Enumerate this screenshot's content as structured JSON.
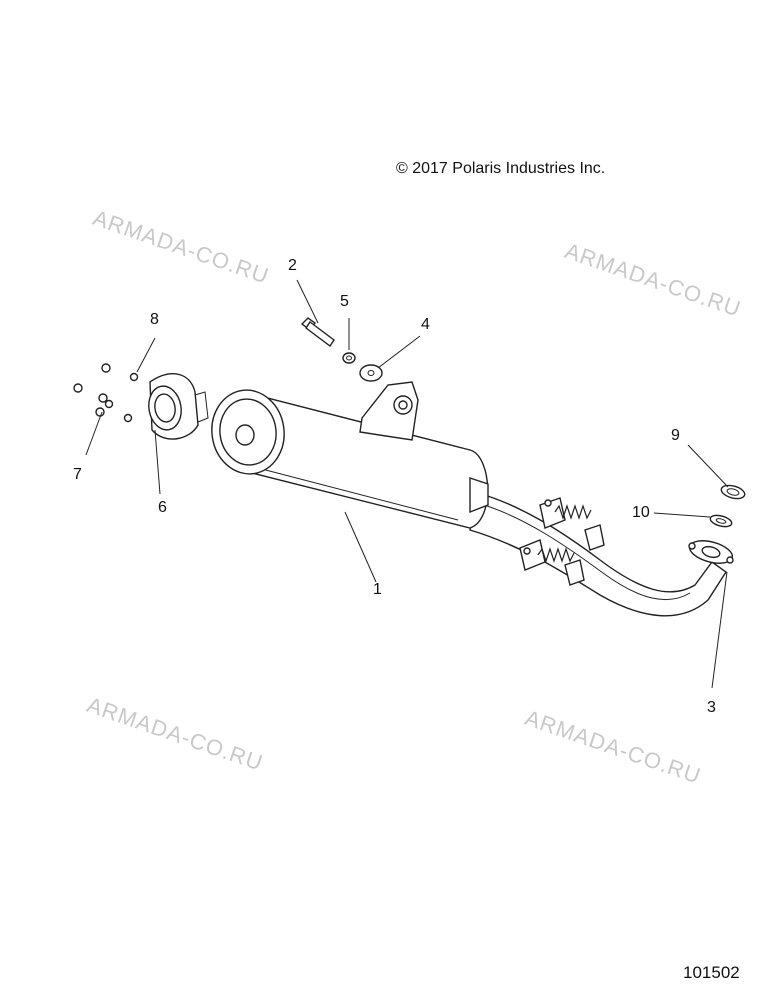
{
  "copyright": "© 2017 Polaris Industries Inc.",
  "diagram_id": "101502",
  "watermark_text": "ARMADA-CO.RU",
  "callouts": {
    "c1": "1",
    "c2": "2",
    "c3": "3",
    "c4": "4",
    "c5": "5",
    "c6": "6",
    "c7": "7",
    "c8": "8",
    "c9": "9",
    "c10": "10"
  },
  "colors": {
    "line": "#222222",
    "watermark": "#c9c9c9",
    "background": "#ffffff"
  }
}
